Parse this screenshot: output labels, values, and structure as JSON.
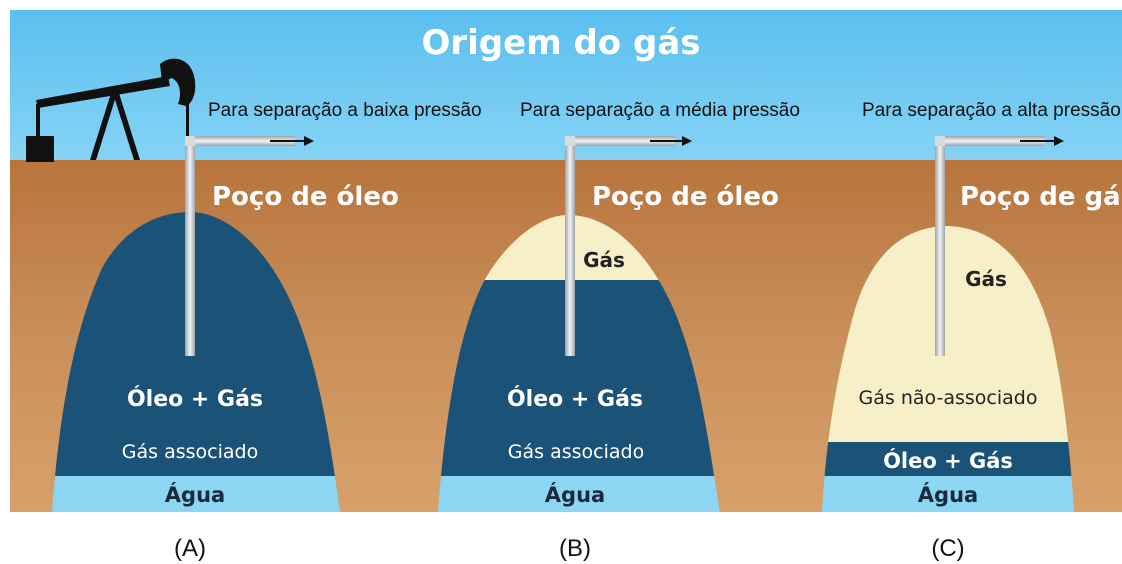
{
  "title": "Origem do gás",
  "panels": [
    {
      "caption": "(A)",
      "arrow_text": "Para separação a baixa pressão",
      "well_type": "Poço de óleo",
      "layers": {
        "main": "Óleo + Gás",
        "sub": "Gás associado",
        "water": "Água"
      }
    },
    {
      "caption": "(B)",
      "arrow_text": "Para separação a média pressão",
      "well_type": "Poço de óleo",
      "layers": {
        "gas": "Gás",
        "main": "Óleo + Gás",
        "sub": "Gás associado",
        "water": "Água"
      }
    },
    {
      "caption": "(C)",
      "arrow_text": "Para separação a alta pressão",
      "well_type": "Poço de gás",
      "layers": {
        "gas": "Gás",
        "sub": "Gás não-associado",
        "main": "Óleo + Gás",
        "water": "Água"
      }
    }
  ],
  "colors": {
    "sky": "#62c3ef",
    "ground": "#c98f5a",
    "oil": "#1b5278",
    "gas": "#f7efc8",
    "water": "#8cd6f3",
    "pipe": "#c8ccd0",
    "text_white": "#ffffff",
    "text_dark": "#222222"
  },
  "icons": [
    "pumpjack-icon",
    "arrow-right-icon",
    "pipe-icon"
  ]
}
